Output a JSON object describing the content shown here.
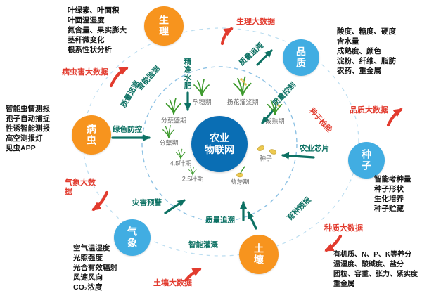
{
  "center": {
    "line1": "农业",
    "line2": "物联网"
  },
  "nodes": {
    "physiology": {
      "label": "生理",
      "bigdata": "生理大数据",
      "items": [
        "叶绿素、叶面积",
        "叶面温湿度",
        "氮含量、果实膨大",
        "茎秆微变化",
        "根系性状分析"
      ]
    },
    "quality": {
      "label": "品质",
      "bigdata": "品质大数据",
      "items": [
        "酸度、糖度、硬度",
        "含水量",
        "成熟度、颜色",
        "淀粉、纤维、脂肪",
        "农药、重金属"
      ]
    },
    "seed": {
      "label": "种子",
      "bigdata": "种质大数据",
      "items": [
        "智能考种量",
        "种子形状",
        "生化培养",
        "种子贮藏"
      ]
    },
    "soil": {
      "label": "土壤",
      "bigdata": "土壤大数据",
      "items": [
        "有机质、N、P、K等养分",
        "温湿度、酸碱度、盐分",
        "团粒、容重、张力、紧实度",
        "重金属"
      ]
    },
    "weather": {
      "label": "气象",
      "bigdata": "气象大数据",
      "items": [
        "空气温湿度",
        "光照强度",
        "光合有效辐射",
        "风速风向",
        "CO₂浓度"
      ]
    },
    "pest": {
      "label": "病虫",
      "bigdata": "病虫害大数据",
      "items": [
        "智能虫情测报",
        "孢子自动捕捉",
        "性诱智能测报",
        "高空测报灯",
        "见虫APP"
      ]
    }
  },
  "ring_labels": {
    "precision_water_fertilizer": "精准水肥",
    "trace_top": "质量追溯",
    "quality_control": "质量控制",
    "seed_inspection": "种子检验",
    "agri_chip": "农业芯片",
    "breeding_forecast": "育种预报",
    "trace_bottom": "质量追溯",
    "smart_irrigation": "智能灌溉",
    "disaster_warning": "灾害预警",
    "green_control": "绿色防控",
    "smart_monitoring": "智能监测",
    "trace_left": "质量追溯"
  },
  "stages": {
    "booting": "孕穗期",
    "flowering_filling": "扬花灌浆期",
    "maturity": "成熟期",
    "tillering_peak": "分蘖盛期",
    "tillering": "分蘖期",
    "leaf45": "4.5叶期",
    "leaf25": "2.5叶期",
    "germination": "萌芽期",
    "seed": "种子"
  },
  "colors": {
    "node_orange": "#F7941E",
    "node_blue": "#41ADE2",
    "center_blue": "#0A6EB4",
    "label_teal": "#0D7163",
    "label_red": "#E23B2E",
    "dashed_ring": "#8EC2E4",
    "plant_green": "#3F9B2F",
    "seed_yellow": "#EDC94F"
  },
  "icons": {
    "plants": "rice-growth-stage-icon",
    "seeds": "grain-seed-icon",
    "red_arrows": "curved-red-arrow-icon",
    "teal_arrows": "teal-arrow-icon",
    "rings": "dashed-cycle-ring-icon"
  }
}
